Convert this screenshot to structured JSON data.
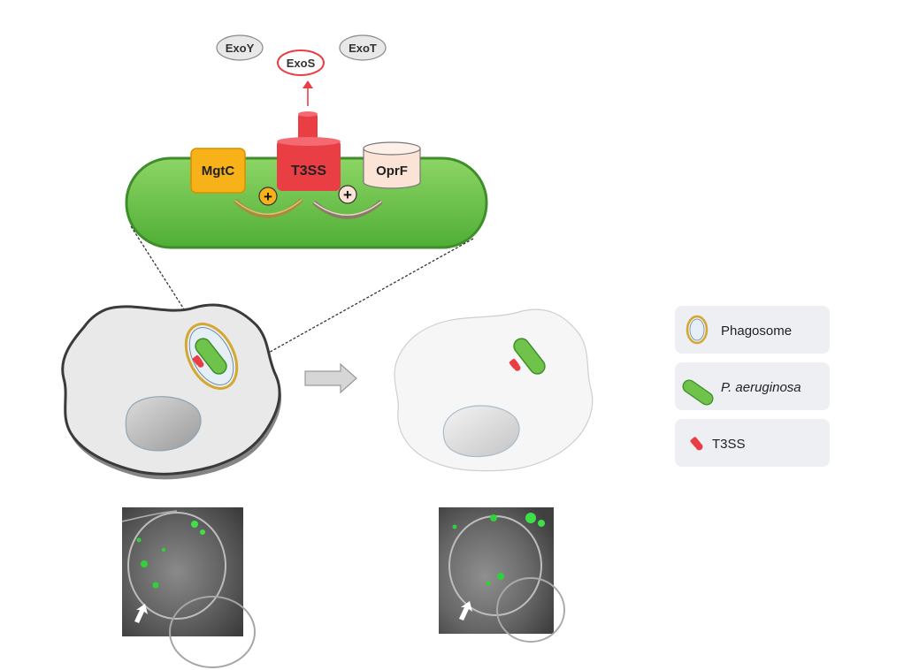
{
  "effectors": {
    "exoy": "ExoY",
    "exos": "ExoS",
    "exot": "ExoT"
  },
  "proteins": {
    "mgtc": "MgtC",
    "t3ss": "T3SS",
    "oprf": "OprF"
  },
  "signs": {
    "plus1": "+",
    "plus2": "+"
  },
  "legend": {
    "phagosome": "Phagosome",
    "bacterium": "P. aeruginosa",
    "t3ss": "T3SS"
  },
  "colors": {
    "bacterium_fill": "#6fc24a",
    "bacterium_stroke": "#3e8e2b",
    "t3ss_red": "#ea3e45",
    "mgtc_orange": "#f7b21a",
    "oprf_fill": "#fbe3d6",
    "phagosome_ring": "#d4a830",
    "legend_bg": "#eeeff3"
  }
}
